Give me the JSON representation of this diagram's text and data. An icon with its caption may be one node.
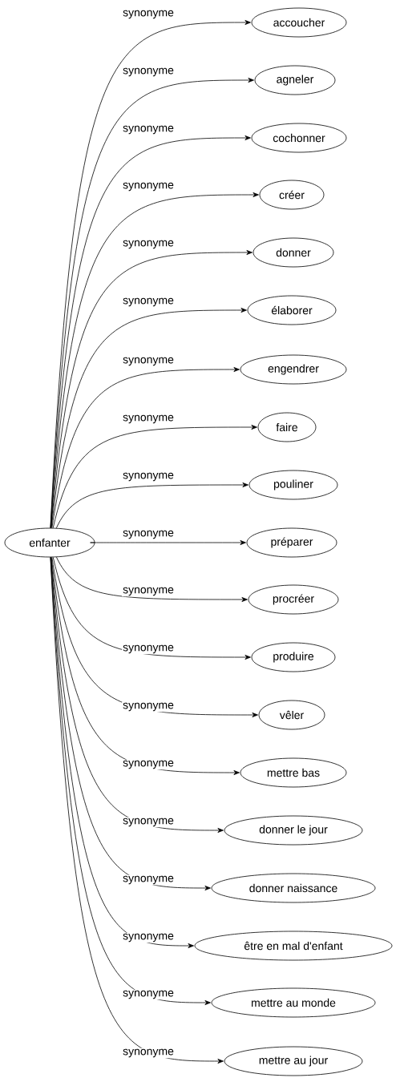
{
  "diagram": {
    "nodes": [
      {
        "text": [
          "enfanter"
        ]
      },
      {
        "text": [
          "accoucher"
        ]
      },
      {
        "text": [
          "agneler"
        ]
      },
      {
        "text": [
          "cochonner"
        ]
      },
      {
        "text": [
          "créer"
        ]
      },
      {
        "text": [
          "donner"
        ]
      },
      {
        "text": [
          "élaborer"
        ]
      },
      {
        "text": [
          "engendrer"
        ]
      },
      {
        "text": [
          "faire"
        ]
      },
      {
        "text": [
          "pouliner"
        ]
      },
      {
        "text": [
          "préparer"
        ]
      },
      {
        "text": [
          "procréer"
        ]
      },
      {
        "text": [
          "produire"
        ]
      },
      {
        "text": [
          "vêler"
        ]
      },
      {
        "text": [
          "mettre bas"
        ]
      },
      {
        "text": [
          "donner le jour"
        ]
      },
      {
        "text": [
          "donner naissance"
        ]
      },
      {
        "text": [
          "être en mal d'enfant"
        ]
      },
      {
        "text": [
          "mettre au monde"
        ]
      },
      {
        "text": [
          "mettre au jour"
        ]
      }
    ],
    "edges": [
      {
        "from": 0,
        "to": 1,
        "arrow": "to",
        "label": "synonyme"
      },
      {
        "from": 0,
        "to": 2,
        "arrow": "to",
        "label": "synonyme"
      },
      {
        "from": 0,
        "to": 3,
        "arrow": "to",
        "label": "synonyme"
      },
      {
        "from": 0,
        "to": 4,
        "arrow": "to",
        "label": "synonyme"
      },
      {
        "from": 0,
        "to": 5,
        "arrow": "to",
        "label": "synonyme"
      },
      {
        "from": 0,
        "to": 6,
        "arrow": "to",
        "label": "synonyme"
      },
      {
        "from": 0,
        "to": 7,
        "arrow": "to",
        "label": "synonyme"
      },
      {
        "from": 0,
        "to": 8,
        "arrow": "to",
        "label": "synonyme"
      },
      {
        "from": 0,
        "to": 9,
        "arrow": "to",
        "label": "synonyme"
      },
      {
        "from": 0,
        "to": 10,
        "arrow": "to",
        "label": "synonyme"
      },
      {
        "from": 0,
        "to": 11,
        "arrow": "to",
        "label": "synonyme"
      },
      {
        "from": 0,
        "to": 12,
        "arrow": "to",
        "label": "synonyme"
      },
      {
        "from": 0,
        "to": 13,
        "arrow": "to",
        "label": "synonyme"
      },
      {
        "from": 0,
        "to": 14,
        "arrow": "to",
        "label": "synonyme"
      },
      {
        "from": 0,
        "to": 15,
        "arrow": "to",
        "label": "synonyme"
      },
      {
        "from": 0,
        "to": 16,
        "arrow": "to",
        "label": "synonyme"
      },
      {
        "from": 0,
        "to": 17,
        "arrow": "to",
        "label": "synonyme"
      },
      {
        "from": 0,
        "to": 18,
        "arrow": "to",
        "label": "synonyme"
      },
      {
        "from": 0,
        "to": 19,
        "arrow": "to",
        "label": "synonyme"
      }
    ]
  }
}
